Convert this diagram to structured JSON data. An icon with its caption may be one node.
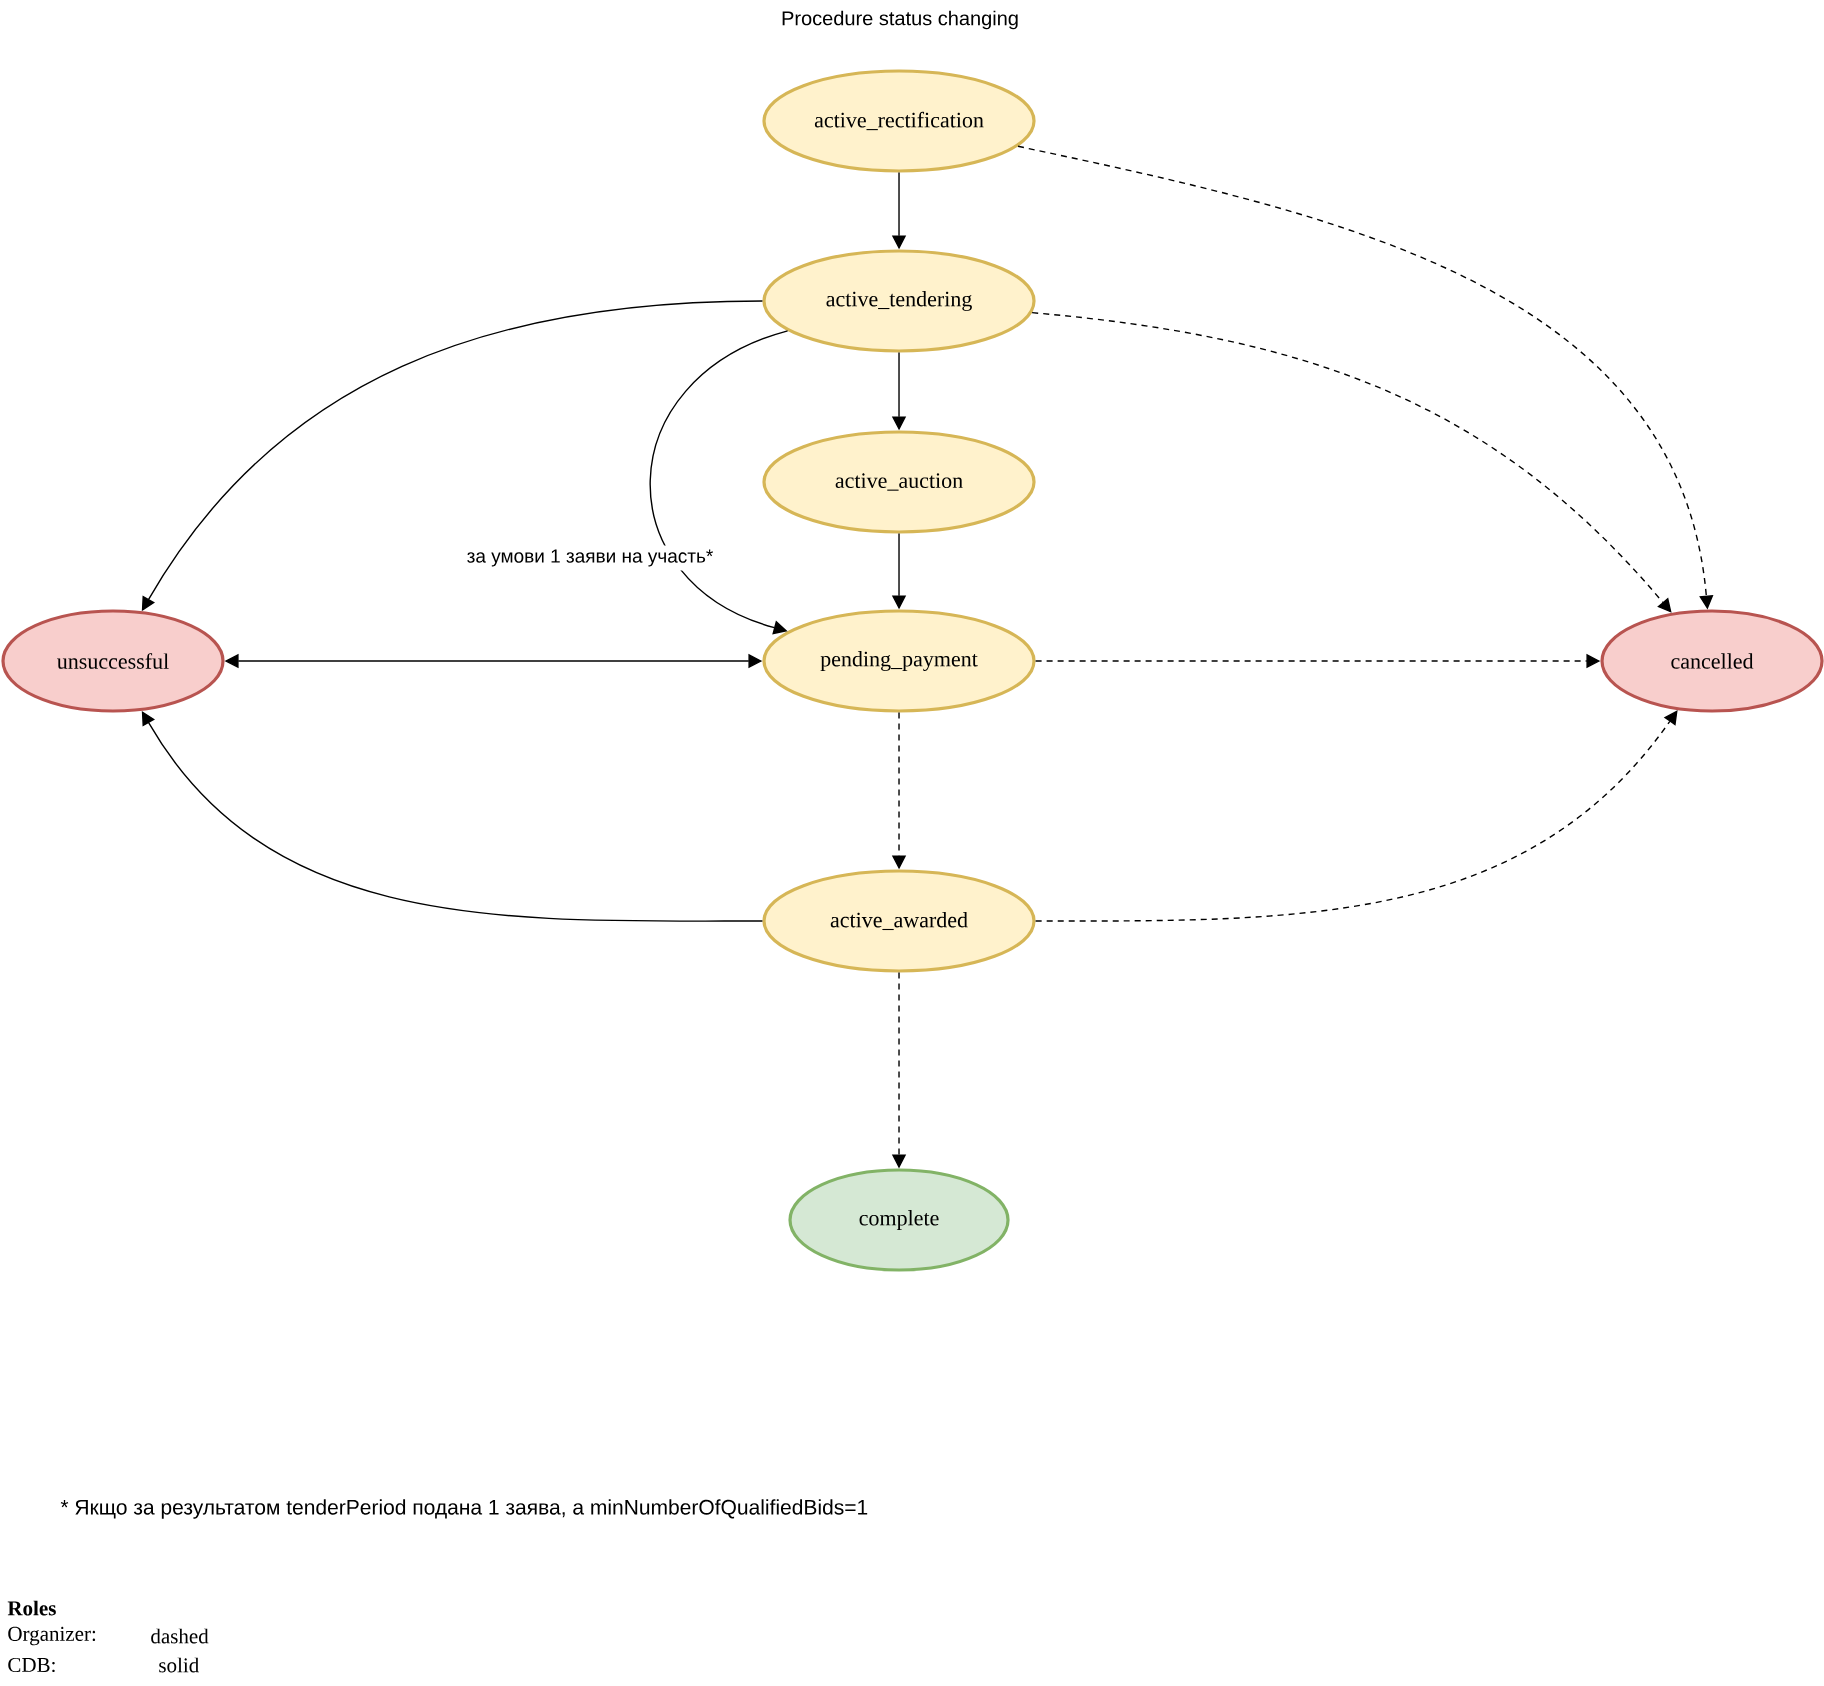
{
  "diagram": {
    "title": "Procedure status changing",
    "nodes": [
      {
        "text": [
          "active_rectification"
        ]
      },
      {
        "text": [
          "active_tendering"
        ]
      },
      {
        "text": [
          "active_auction"
        ]
      },
      {
        "text": [
          "pending_payment"
        ]
      },
      {
        "text": [
          "active_awarded"
        ]
      },
      {
        "text": [
          "complete"
        ]
      },
      {
        "text": [
          "unsuccessful"
        ]
      },
      {
        "text": [
          "cancelled"
        ]
      }
    ],
    "edges": [
      {
        "from": 0,
        "to": 1,
        "arrow": "to"
      },
      {
        "from": 0,
        "to": 7,
        "arrow": "to",
        "style": "dashed"
      },
      {
        "from": 1,
        "to": 2,
        "arrow": "to"
      },
      {
        "from": 1,
        "to": 7,
        "arrow": "to",
        "style": "dashed"
      },
      {
        "from": 1,
        "to": 6,
        "arrow": "to"
      },
      {
        "from": 1,
        "to": 3,
        "arrow": "to",
        "label": "за умови 1 заяви на участь*"
      },
      {
        "from": 2,
        "to": 3,
        "arrow": "to"
      },
      {
        "from": 3,
        "to": 6,
        "arrow": "both"
      },
      {
        "from": 3,
        "to": 7,
        "arrow": "to",
        "style": "dashed"
      },
      {
        "from": 3,
        "to": 4,
        "arrow": "to",
        "style": "dashed"
      },
      {
        "from": 4,
        "to": 6,
        "arrow": "to"
      },
      {
        "from": 4,
        "to": 7,
        "arrow": "to",
        "style": "dashed"
      },
      {
        "from": 4,
        "to": 5,
        "arrow": "to",
        "style": "dashed"
      }
    ],
    "labels": [
      "* Якщо за результатом tenderPeriod подана 1 заява, а minNumberOfQualifiedBids=1",
      "Roles",
      "Organizer:",
      "dashed",
      "CDB:",
      "solid"
    ]
  }
}
